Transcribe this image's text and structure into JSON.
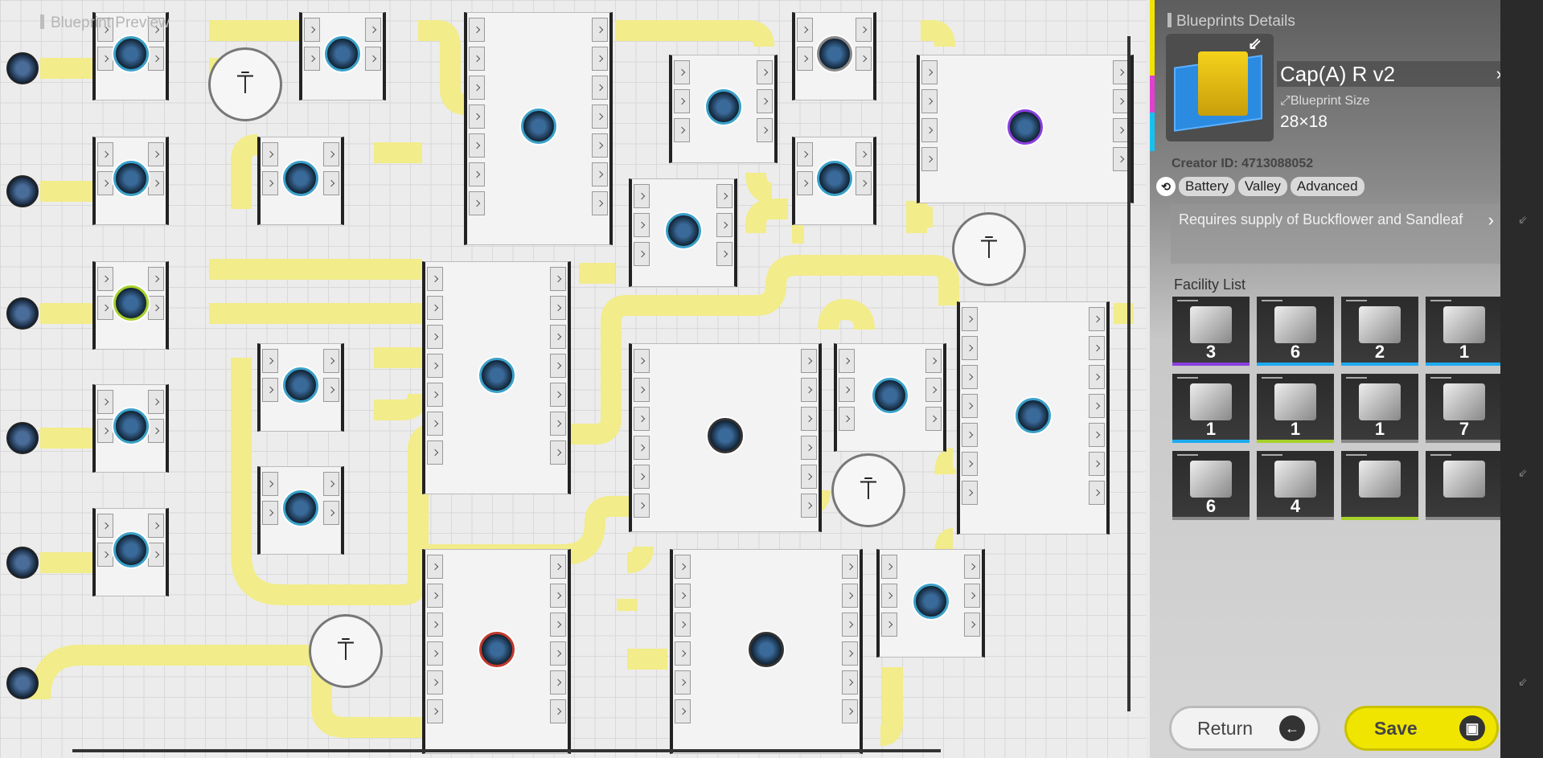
{
  "preview": {
    "title": "Blueprint Preview",
    "belt_color": "#f2ec8a"
  },
  "details": {
    "title": "Blueprints Details",
    "name": "Cap(A) R v2",
    "size_label": "Blueprint Size",
    "size": "28×18",
    "creator": "Creator ID: 4713088052",
    "tags": [
      "Battery",
      "Valley",
      "Advanced"
    ],
    "requirement": "Requires supply of Buckflower and Sandleaf",
    "facility_list_title": "Facility List",
    "facilities": [
      {
        "count": "3",
        "rarity_color": "#8a3fe0"
      },
      {
        "count": "6",
        "rarity_color": "#1eaaf0"
      },
      {
        "count": "2",
        "rarity_color": "#1eaaf0"
      },
      {
        "count": "1",
        "rarity_color": "#1eaaf0"
      },
      {
        "count": "1",
        "rarity_color": "#1eaaf0"
      },
      {
        "count": "1",
        "rarity_color": "#a6d12a"
      },
      {
        "count": "1",
        "rarity_color": "#888888"
      },
      {
        "count": "7",
        "rarity_color": "#888888"
      },
      {
        "count": "6",
        "rarity_color": "#888888"
      },
      {
        "count": "4",
        "rarity_color": "#888888"
      },
      {
        "count": "",
        "rarity_color": "#a6d12a"
      },
      {
        "count": "",
        "rarity_color": "#888888"
      }
    ]
  },
  "buttons": {
    "return": "Return",
    "save": "Save"
  },
  "icons": {
    "return": "arrow-left-icon",
    "save": "floppy-disk-icon",
    "open": "external-link-icon",
    "tag": "link-icon"
  },
  "accent_colors": [
    "#f2e200",
    "#e040d0",
    "#18c0f0"
  ]
}
